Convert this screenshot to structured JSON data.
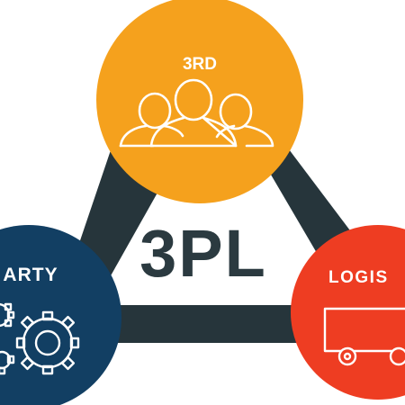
{
  "center": {
    "title": "3PL",
    "color": "#2b3a40"
  },
  "nodes": {
    "top": {
      "label": "3RD",
      "icon": "people-icon",
      "color": "#f5a11d"
    },
    "left": {
      "label": "ARTY",
      "icon": "gears-icon",
      "color": "#123f63"
    },
    "right": {
      "label": "LOGIS",
      "icon": "truck-icon",
      "color": "#ee3d22"
    }
  },
  "connector_color": "#26353b"
}
